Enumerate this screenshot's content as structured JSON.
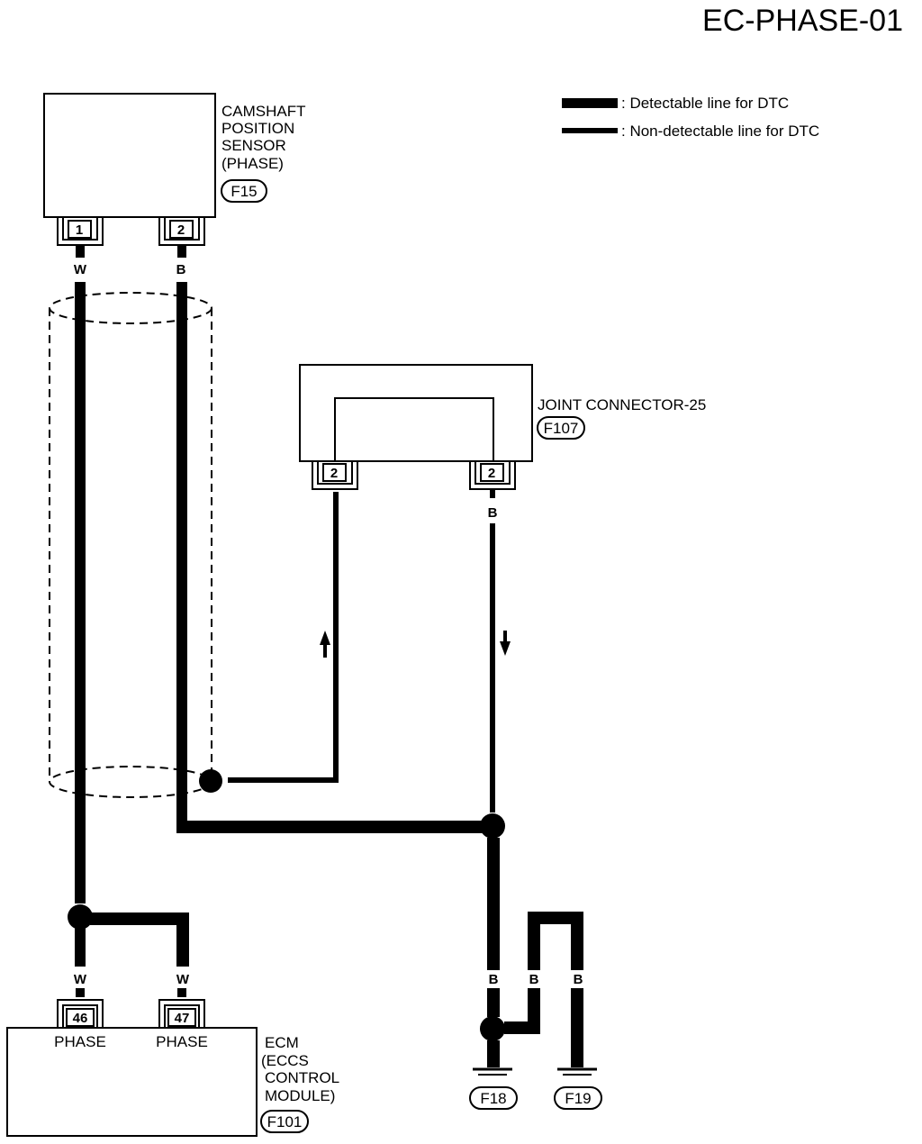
{
  "diagram_id": "EC-PHASE-01",
  "legend": {
    "detectable": ": Detectable line for DTC",
    "non_detectable": ": Non-detectable line for DTC"
  },
  "camshaft_sensor": {
    "label_lines": [
      "CAMSHAFT",
      "POSITION",
      "SENSOR",
      "(PHASE)"
    ],
    "connector": "F15",
    "pin1": "1",
    "pin2": "2"
  },
  "joint_connector": {
    "label": "JOINT CONNECTOR-25",
    "connector": "F107",
    "pin_left": "2",
    "pin_right": "2"
  },
  "ecm": {
    "label_lines": [
      "ECM",
      "(ECCS",
      "CONTROL",
      "MODULE)"
    ],
    "connector": "F101",
    "pin46": "46",
    "pin47": "47",
    "pin46_name": "PHASE",
    "pin47_name": "PHASE"
  },
  "wire_colors": {
    "sensor_pin1": "W",
    "sensor_pin2": "B",
    "joint_out": "B",
    "ecm_46": "W",
    "ecm_47": "W",
    "ground_left": "B",
    "ground_mid": "B",
    "ground_right": "B"
  },
  "grounds": {
    "left": "F18",
    "right": "F19"
  }
}
